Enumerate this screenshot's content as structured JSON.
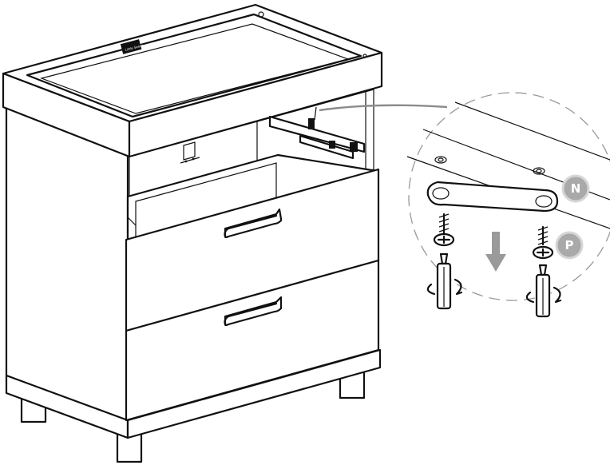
{
  "badges": {
    "n_label": "N",
    "p_label": "P",
    "color": "#a9a9a9"
  },
  "logo": {
    "text": "Little Seeds"
  },
  "colors": {
    "line": "#111111",
    "leader": "#8c8c8c",
    "arrow": "#9a9a9a"
  }
}
